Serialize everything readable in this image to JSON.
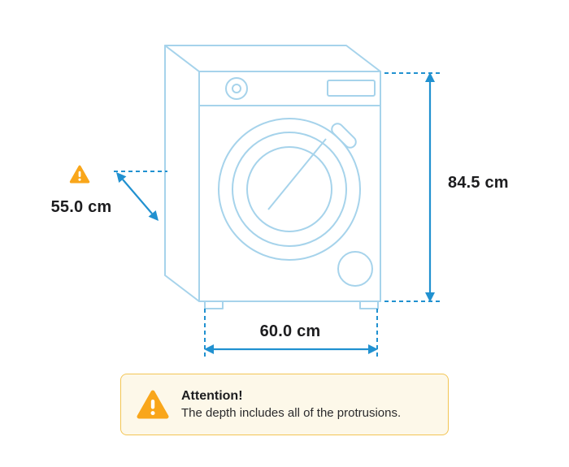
{
  "colors": {
    "background": "#ffffff",
    "machine_line": "#a6d3eb",
    "dimension_blue": "#2191d0",
    "warning_orange": "#f9a61a",
    "attention_bg": "#fdf8e9",
    "attention_border": "#f3c555",
    "text_dark": "#1d1d1f"
  },
  "dimensions": {
    "depth": {
      "label": "55.0 cm"
    },
    "height": {
      "label": "84.5 cm"
    },
    "width": {
      "label": "60.0 cm"
    }
  },
  "attention": {
    "title": "Attention!",
    "text": "The depth includes all of the protrusions."
  },
  "icons": {
    "depth_warning": "warning-triangle-icon",
    "attention": "warning-triangle-icon"
  }
}
